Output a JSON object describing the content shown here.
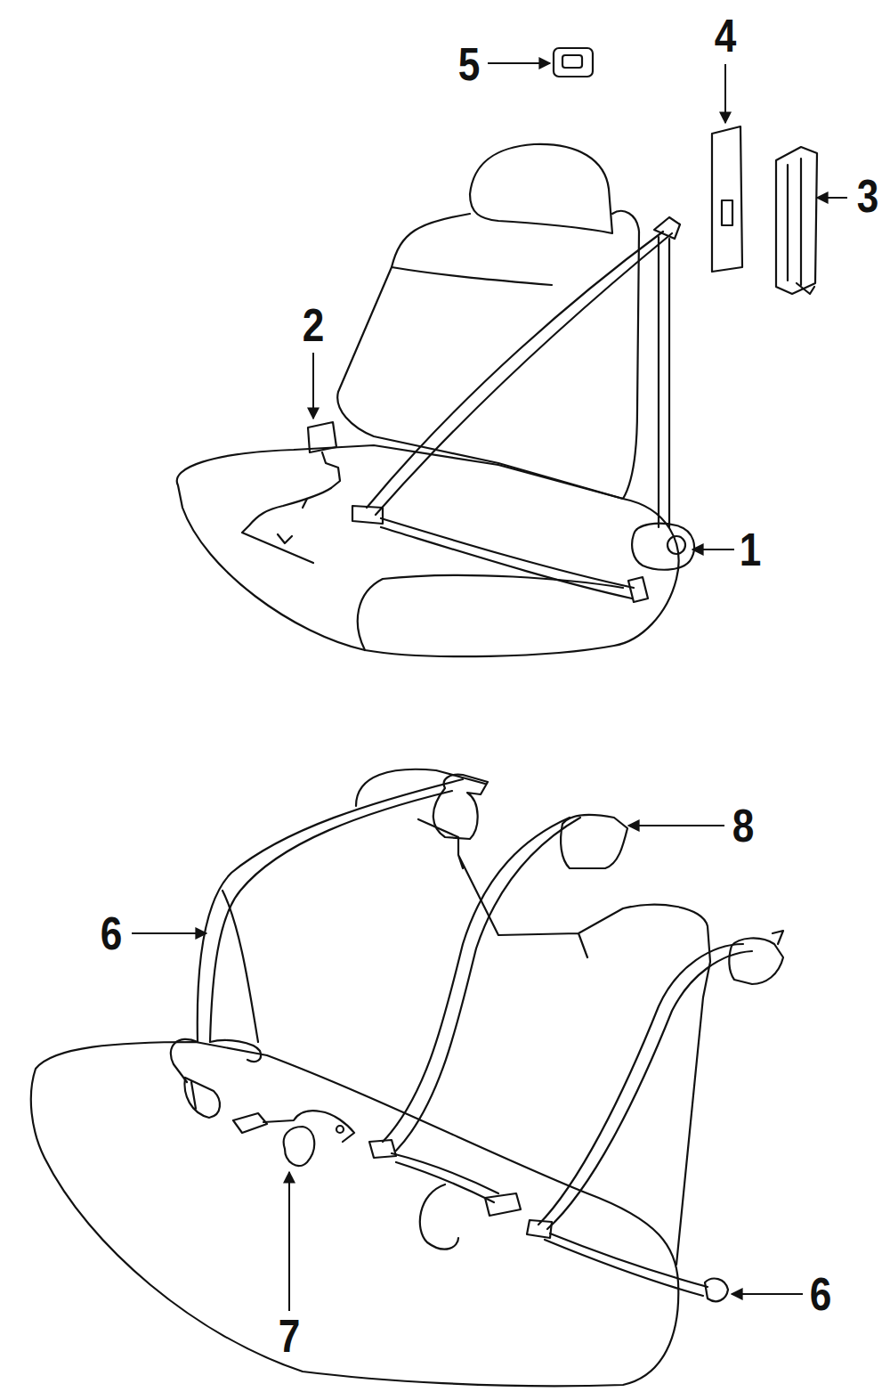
{
  "diagram": {
    "labels": [
      "4",
      "5",
      "3",
      "2",
      "1",
      "8",
      "6",
      "6",
      "7"
    ]
  }
}
